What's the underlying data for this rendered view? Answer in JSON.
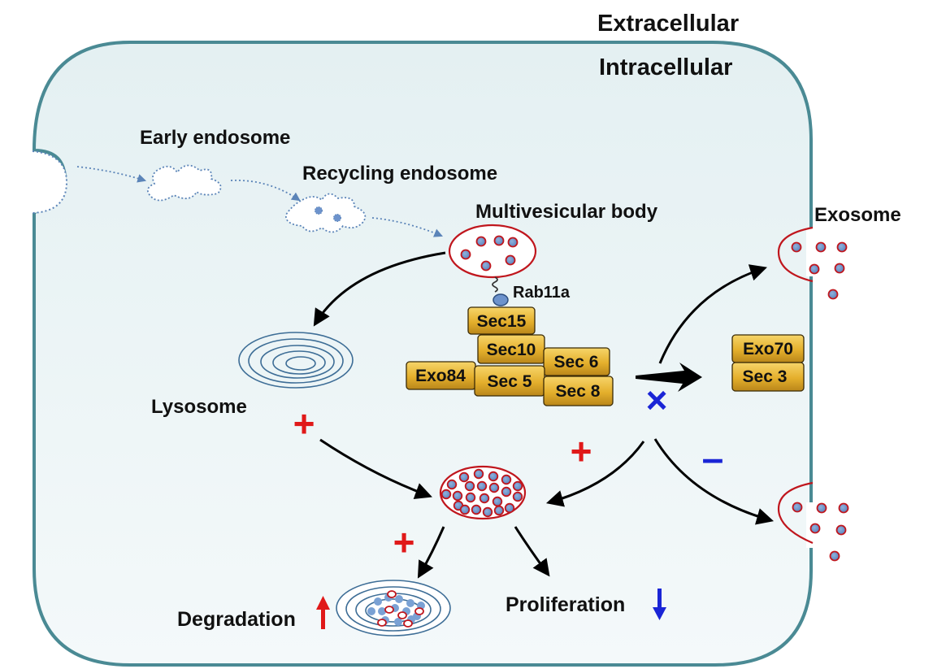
{
  "regions": {
    "extracellular": "Extracellular",
    "intracellular": "Intracellular"
  },
  "labels": {
    "early_endosome": "Early endosome",
    "recycling_endosome": "Recycling endosome",
    "multivesicular_body": "Multivesicular body",
    "rab11a": "Rab11a",
    "lysosome": "Lysosome",
    "exosome": "Exosome",
    "degradation": "Degradation",
    "proliferation": "Proliferation"
  },
  "exocyst": {
    "sec15": "Sec15",
    "sec10": "Sec10",
    "sec6": "Sec 6",
    "exo84": "Exo84",
    "sec5": "Sec 5",
    "sec8": "Sec 8",
    "exo70": "Exo70",
    "sec3": "Sec 3"
  },
  "signs": {
    "plus": "+",
    "minus": "–",
    "blocked": "×"
  },
  "colors": {
    "cell_border": "#4a8a94",
    "cell_fill": "#eef6f7",
    "vesicle_red": "#c0161d",
    "exosome_blue": "#6d93cc",
    "lysosome_blue": "#3d6d96",
    "exocyst_gold": "#d9a425",
    "plus_red": "#e01919",
    "minus_blue": "#1a25d6",
    "endosome_blue": "#5b84b8"
  }
}
